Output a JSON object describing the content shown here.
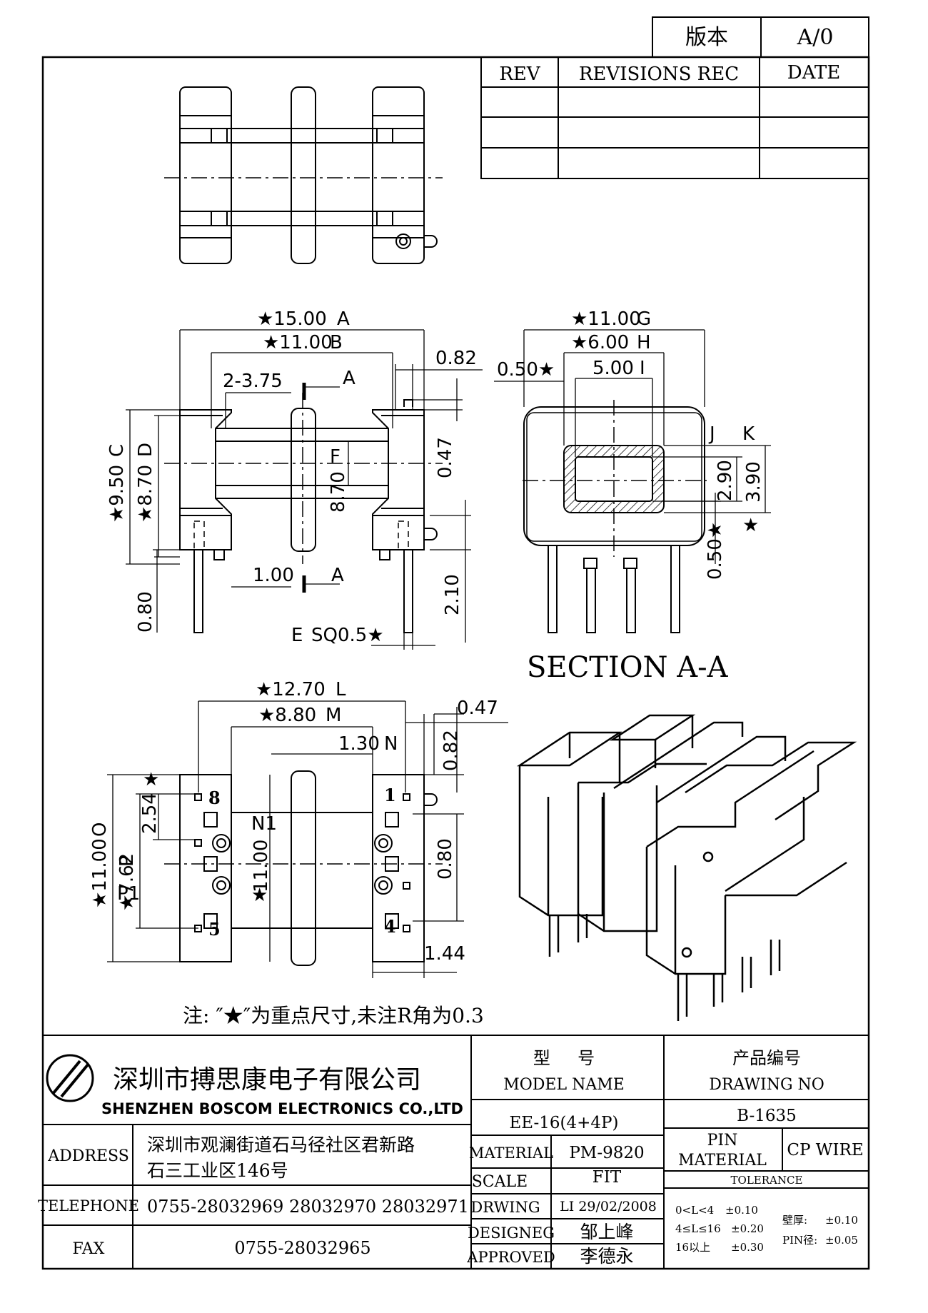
{
  "version_box": {
    "label": "版本",
    "value": "A/0"
  },
  "revisions": {
    "headers": [
      "REV",
      "REVISIONS REC",
      "DATE"
    ],
    "rows": [
      [
        "",
        "",
        ""
      ],
      [
        "",
        "",
        ""
      ],
      [
        "",
        "",
        ""
      ]
    ]
  },
  "views": {
    "front": {
      "dims": {
        "a": "★15.00",
        "a_id": "A",
        "b": "★11.00",
        "b_id": "B",
        "c": "★9.50",
        "c_id": "C",
        "d": "★8.70",
        "d_id": "D",
        "e_id": "E",
        "e": "SQ0.5★",
        "f_id": "F",
        "f": "8.70",
        "g": "2-3.75",
        "h": "0.82",
        "i": "0.47",
        "j": "1.00",
        "k": "0.80",
        "l": "2.10",
        "sec_a": "A",
        "sec_b": "A"
      }
    },
    "section": {
      "title": "SECTION A-A",
      "dims": {
        "g": "★11.00",
        "g_id": "G",
        "h": "★6.00",
        "h_id": "H",
        "i": "5.00",
        "i_id": "I",
        "j": "0.50★",
        "j_id": "J",
        "k_id": "K",
        "m": "2.90",
        "n": "3.90",
        "o": "0.50★",
        "p": "★"
      }
    },
    "bottom": {
      "dims": {
        "l": "★12.70",
        "l_id": "L",
        "m": "★8.80",
        "m_id": "M",
        "n": "1.30",
        "n_id": "N",
        "n1_id": "N1",
        "o_id": "O",
        "o": "★11.00",
        "p_id": "P",
        "p": "★7.62",
        "p1_id": "P1",
        "q": "2.54",
        "r": "11.00",
        "s": "0.47",
        "t": "0.82",
        "u": "0.80",
        "v": "1.44",
        "pin8": "8",
        "pin1": "1",
        "pin5": "5",
        "pin4": "4",
        "star": "★"
      }
    }
  },
  "note": "注: ″★″为重点尺寸,未注R角为0.3",
  "company": {
    "name_cn": "深圳市搏思康电子有限公司",
    "name_en": "SHENZHEN BOSCOM ELECTRONICS CO.,LTD"
  },
  "address": {
    "label": "ADDRESS",
    "line1": "深圳市观澜街道石马径社区君新路",
    "line2": "石三工业区146号"
  },
  "telephone": {
    "label": "TELEPHONE",
    "value": "0755-28032969 28032970 28032971"
  },
  "fax": {
    "label": "FAX",
    "value": "0755-28032965"
  },
  "model": {
    "label_cn": "型     号",
    "label_en": "MODEL NAME",
    "value": "EE-16(4+4P)"
  },
  "drawing": {
    "label_cn": "产品编号",
    "label_en": "DRAWING NO",
    "value": "B-1635"
  },
  "material": {
    "label": "MATERIAL",
    "value": "PM-9820"
  },
  "scale": {
    "label": "SCALE",
    "value": "FIT"
  },
  "drwing": {
    "label": "DRWING",
    "value": "LI 29/02/2008"
  },
  "designeg": {
    "label": "DESIGNEG",
    "value": "邹上峰"
  },
  "approved": {
    "label": "APPROVED",
    "value": "李德永"
  },
  "pin_material": {
    "label1": "PIN",
    "label2": "MATERIAL",
    "value": "CP WIRE"
  },
  "tolerance": {
    "label": "TOLERANCE",
    "r1": "0<L<4",
    "v1": "±0.10",
    "r2": "4≤L≤16",
    "v2": "±0.20",
    "r3": "16以上",
    "v3": "±0.30",
    "w_label": "壁厚:",
    "w_value": "±0.10",
    "p_label": "PIN径:",
    "p_value": "±0.05"
  }
}
